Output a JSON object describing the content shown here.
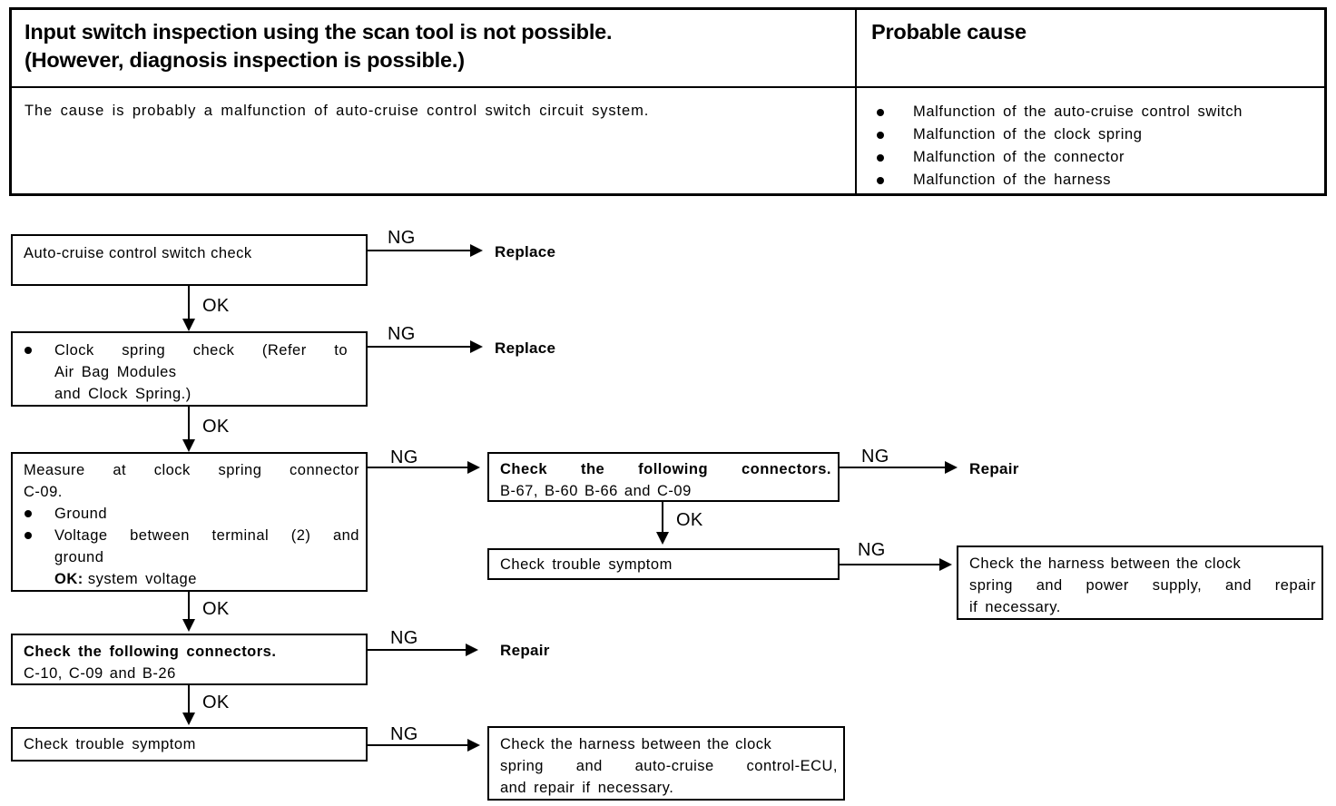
{
  "symptom_table": {
    "left_header": "Input switch inspection using the scan tool is not possible. (However, diagnosis inspection is possible.)",
    "left_header_line1": "Input switch inspection using the scan tool is not possible.",
    "left_header_line2": "(However, diagnosis inspection is possible.)",
    "right_header": "Probable cause",
    "left_body": "The cause is probably a malfunction of auto-cruise control switch circuit system.",
    "causes": [
      "Malfunction of the auto-cruise control switch",
      "Malfunction of the clock spring",
      "Malfunction of the connector",
      "Malfunction of the harness"
    ]
  },
  "flowchart": {
    "step1": {
      "text": "Auto-cruise control switch check"
    },
    "step2": {
      "bullet_line1": "Clock spring check (Refer to",
      "bullet_line1_a": "Clock",
      "bullet_line1_b": "spring",
      "bullet_line1_c": "check",
      "bullet_line1_d": "(Refer",
      "bullet_line1_e": "to",
      "line2": "Air Bag Modules",
      "line3": "and Clock Spring.)"
    },
    "step3": {
      "line1": "Measure at clock spring connector",
      "line1_a": "Measure",
      "line1_b": "at",
      "line1_c": "clock",
      "line1_d": "spring",
      "line1_e": "connector",
      "line2": "C-09.",
      "bullet1": "Ground",
      "bullet2_line1": "Voltage between terminal (2) and",
      "bullet2_line1_a": "Voltage",
      "bullet2_line1_b": "between",
      "bullet2_line1_c": "terminal",
      "bullet2_line1_d": "(2)",
      "bullet2_line1_e": "and",
      "bullet2_line2": "ground",
      "ok_label": "OK:",
      "ok_value": "system voltage"
    },
    "step4": {
      "line1": "Check the following connectors.",
      "line1_a": "Check",
      "line1_b": "the",
      "line1_c": "following",
      "line1_d": "connectors.",
      "line2": "C-10, C-09 and B-26"
    },
    "step5": {
      "text": "Check trouble symptom"
    },
    "branch_connectors": {
      "line1": "Check the following connectors.",
      "line1_a": "Check",
      "line1_b": "the",
      "line1_c": "following",
      "line1_d": "connectors.",
      "line2": "B-67, B-60 B-66 and C-09"
    },
    "branch_symptom": {
      "text": "Check trouble symptom"
    },
    "harness_power": {
      "line1": "Check the harness between the clock",
      "line2": "spring and power supply, and repair",
      "line2_a": "spring",
      "line2_b": "and",
      "line2_c": "power",
      "line2_d": "supply,",
      "line2_e": "and",
      "line2_f": "repair",
      "line3": "if necessary."
    },
    "harness_ecu": {
      "line1": "Check the harness between the clock",
      "line2": "spring and auto-cruise control-ECU,",
      "line2_a": "spring",
      "line2_b": "and",
      "line2_c": "auto-cruise",
      "line2_d": "control-ECU,",
      "line3": "and repair if necessary."
    },
    "edge_labels": {
      "ng": "NG",
      "ok": "OK"
    },
    "terminals": {
      "replace": "Replace",
      "repair": "Repair"
    }
  },
  "colors": {
    "ink": "#000000",
    "paper": "#ffffff"
  }
}
